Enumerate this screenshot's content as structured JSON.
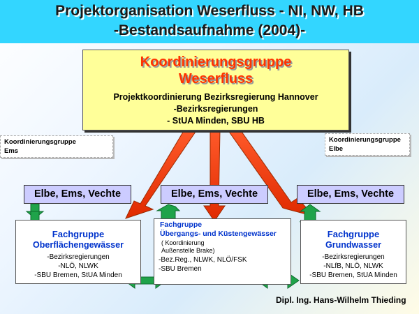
{
  "title": {
    "line1": "Projektorganisation Weserfluss - NI, NW, HB",
    "line2": "-Bestandsaufnahme (2004)-"
  },
  "main_box": {
    "title1": "Koordinierungsgruppe",
    "title2": "Weserfluss",
    "line1": "Projektkoordinierung Bezirksregierung Hannover",
    "line2": "-Bezirksregierungen",
    "line3": "- StUA Minden, SBU HB"
  },
  "kg_ems": {
    "line1": "Koordinierungsgruppe",
    "line2": "Ems"
  },
  "kg_elbe": {
    "line1": "Koordinierungsgruppe",
    "line2": "Elbe"
  },
  "eev_label": "Elbe, Ems, Vechte",
  "fg_left": {
    "title1": "Fachgruppe",
    "title2": "Oberflächengewässer",
    "line1": "-Bezirksregierungen",
    "line2": "-NLÖ, NLWK",
    "line3": "-SBU Bremen, StUA Minden"
  },
  "fg_center": {
    "title1": "Fachgruppe",
    "title2": "Übergangs- und Küstengewässer",
    "line1": "( Koordinierung",
    "line2": "Außenstelle Brake)",
    "line3": "-Bez.Reg., NLWK, NLÖ/FSK",
    "line4": "-SBU  Bremen"
  },
  "fg_right": {
    "title1": "Fachgruppe",
    "title2": "Grundwasser",
    "line1": "-Bezirksregierungen",
    "line2": "-NLfB, NLÖ, NLWK",
    "line3": "-SBU Bremen, StUA Minden"
  },
  "signature": "Dipl. Ing. Hans-Wilhelm Thieding",
  "colors": {
    "title_bar": "#33d6ff",
    "main_box": "#ffff99",
    "red_text": "#ff3300",
    "eev_box": "#ccccff",
    "fg_title": "#0033cc",
    "red_arrow": "#ff3300",
    "green_arrow": "#1fa34a"
  }
}
